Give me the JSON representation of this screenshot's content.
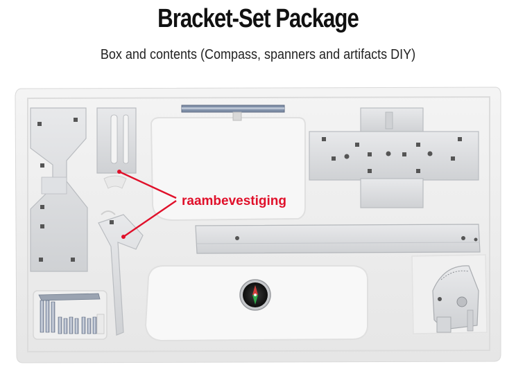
{
  "header": {
    "title": "Bracket-Set Package",
    "subtitle": "Box and contents (Compass, spanners and artifacts DIY)"
  },
  "photo": {
    "callout_label": "raambevestiging",
    "callout_color": "#e0102a"
  }
}
